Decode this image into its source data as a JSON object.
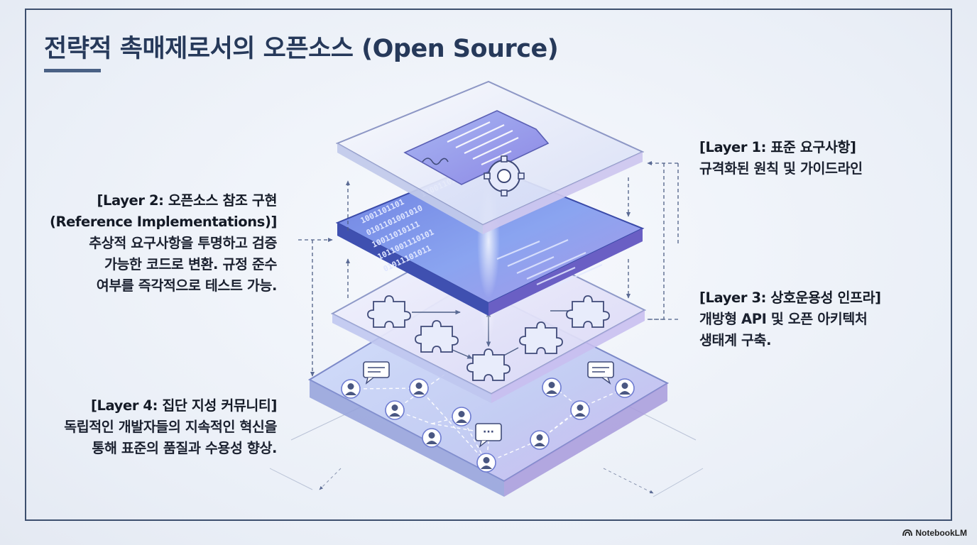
{
  "title": "전략적 촉매제로서의 오픈소스 (Open Source)",
  "layer1": {
    "heading": "[Layer 1: 표준 요구사항]",
    "desc": "규격화된 원칙 및 가이드라인"
  },
  "layer2": {
    "heading_1": "[Layer 2: 오픈소스 참조 구현",
    "heading_2": "(Reference Implementations)]",
    "desc_1": "추상적 요구사항을 투명하고 검증",
    "desc_2": "가능한 코드로 변환. 규정 준수",
    "desc_3": "여부를 즉각적으로 테스트 가능."
  },
  "layer3": {
    "heading": "[Layer 3: 상호운용성 인프라]",
    "desc_1": "개방형 API 및 오픈 아키텍처",
    "desc_2": "생태계 구축."
  },
  "layer4": {
    "heading": "[Layer 4: 집단 지성 커뮤니티]",
    "desc_1": "독립적인 개발자들의 지속적인 혁신을",
    "desc_2": "통해 표준의 품질과 수용성 향상."
  },
  "code_snippet": {
    "line1": "1001101101",
    "line2": "0101101001010",
    "line3": "10011010111",
    "line4": "1011001110101",
    "line5": "01011101011",
    "line6": "110011010101"
  },
  "chat_bubble_text": "···",
  "brand": "NotebookLM",
  "colors": {
    "accent": "#4a6185",
    "title": "#26395a",
    "layer_blue": "#5a72d4",
    "layer_purple": "#8a7ad8"
  }
}
